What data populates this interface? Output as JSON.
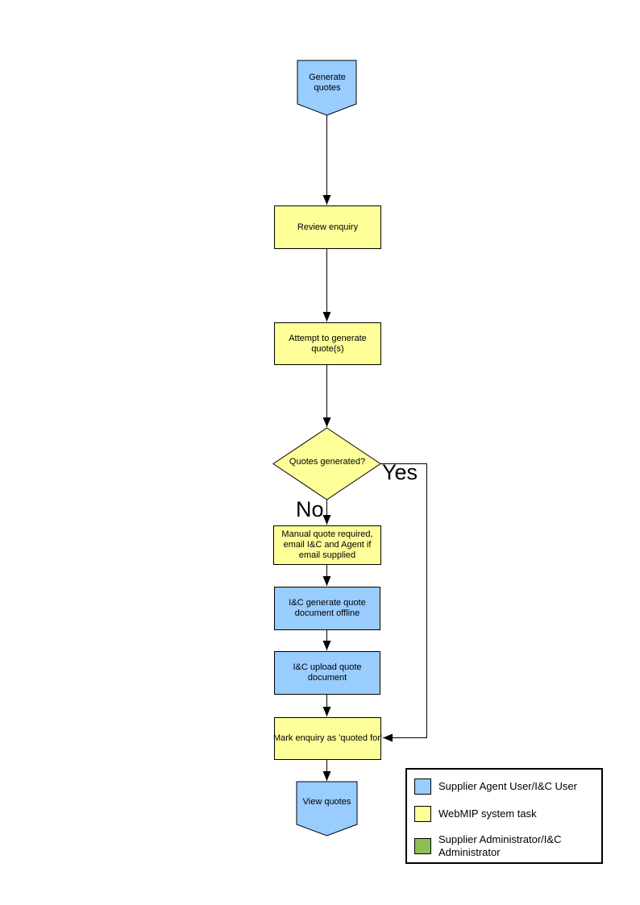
{
  "diagram": {
    "nodes": {
      "generate_quotes": {
        "label": "Generate quotes",
        "shape": "off-page-connector",
        "fill": "#99CCFF"
      },
      "review_enquiry": {
        "label": "Review enquiry",
        "shape": "process",
        "fill": "#FFFF99"
      },
      "attempt_generate_quotes": {
        "label": "Attempt to generate quote(s)",
        "shape": "process",
        "fill": "#FFFF99"
      },
      "quotes_generated": {
        "label": "Quotes generated?",
        "shape": "decision",
        "fill": "#FFFF99"
      },
      "manual_quote_required": {
        "label": "Manual quote required, email I&C and Agent if email supplied",
        "shape": "process",
        "fill": "#FFFF99"
      },
      "ic_generate_offline": {
        "label": "I&C generate quote document offline",
        "shape": "process",
        "fill": "#99CCFF"
      },
      "ic_upload_document": {
        "label": "I&C upload quote document",
        "shape": "process",
        "fill": "#99CCFF"
      },
      "mark_enquiry_quoted": {
        "label": "Mark enquiry as 'quoted for'",
        "shape": "process",
        "fill": "#FFFF99"
      },
      "view_quotes": {
        "label": "View quotes",
        "shape": "off-page-connector",
        "fill": "#99CCFF"
      }
    },
    "branches": {
      "yes": "Yes",
      "no": "No"
    },
    "legend": {
      "items": [
        {
          "color": "#99CCFF",
          "label": "Supplier Agent User/I&C User"
        },
        {
          "color": "#FFFF99",
          "label": "WebMIP system task"
        },
        {
          "color": "#8CBE55",
          "label": "Supplier Administrator/I&C Administrator"
        }
      ]
    },
    "colors": {
      "actor_user": "#99CCFF",
      "system_task": "#FFFF99",
      "administrator": "#8CBE55",
      "connector_line": "#000000"
    }
  }
}
